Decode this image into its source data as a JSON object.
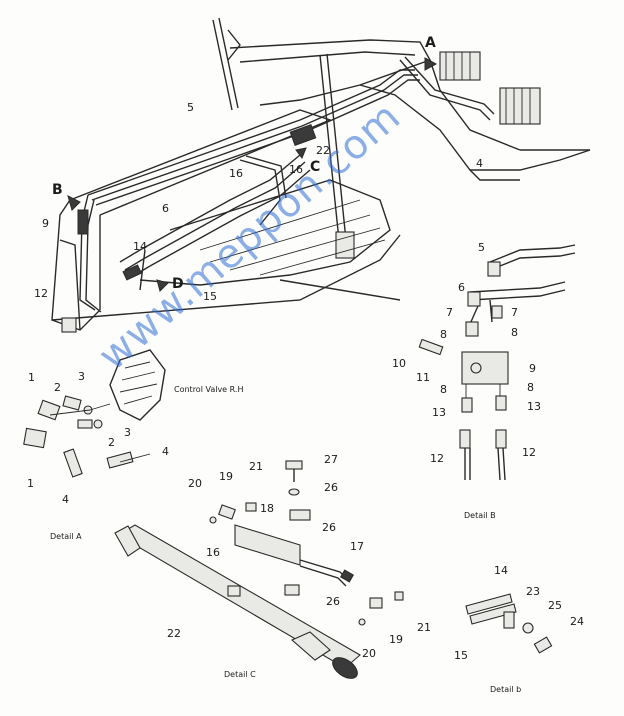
{
  "labels": {
    "main": {
      "A": "A",
      "B": "B",
      "C": "C",
      "D": "D",
      "n5": "5",
      "n6": "6",
      "n9": "9",
      "n12": "12",
      "n14": "14",
      "n15": "15",
      "n16a": "16",
      "n16b": "16",
      "n22": "22",
      "n4": "4"
    },
    "detail_a": {
      "n1a": "1",
      "n2a": "2",
      "n3a": "3",
      "n2b": "2",
      "n3b": "3",
      "n1b": "1",
      "n4a": "4",
      "n4b": "4",
      "valve": "Control Valve R.H",
      "caption": "Detail A"
    },
    "detail_b": {
      "n5": "5",
      "n6": "6",
      "n7a": "7",
      "n7b": "7",
      "n8a": "8",
      "n8b": "8",
      "n8c": "8",
      "n8d": "8",
      "n9": "9",
      "n10": "10",
      "n11": "11",
      "n13a": "13",
      "n13b": "13",
      "n12a": "12",
      "n12b": "12",
      "caption": "Detail B"
    },
    "detail_c": {
      "n27": "27",
      "n26a": "26",
      "n26b": "26",
      "n26c": "26",
      "n21a": "21",
      "n19a": "19",
      "n20a": "20",
      "n18": "18",
      "n16": "16",
      "n17": "17",
      "n22": "22",
      "n20b": "20",
      "n19b": "19",
      "n21b": "21",
      "caption": "Detail C"
    },
    "detail_d": {
      "n14": "14",
      "n23": "23",
      "n25": "25",
      "n24": "24",
      "n15": "15",
      "caption": "Detail b"
    }
  },
  "watermark": "www.meppon.com"
}
